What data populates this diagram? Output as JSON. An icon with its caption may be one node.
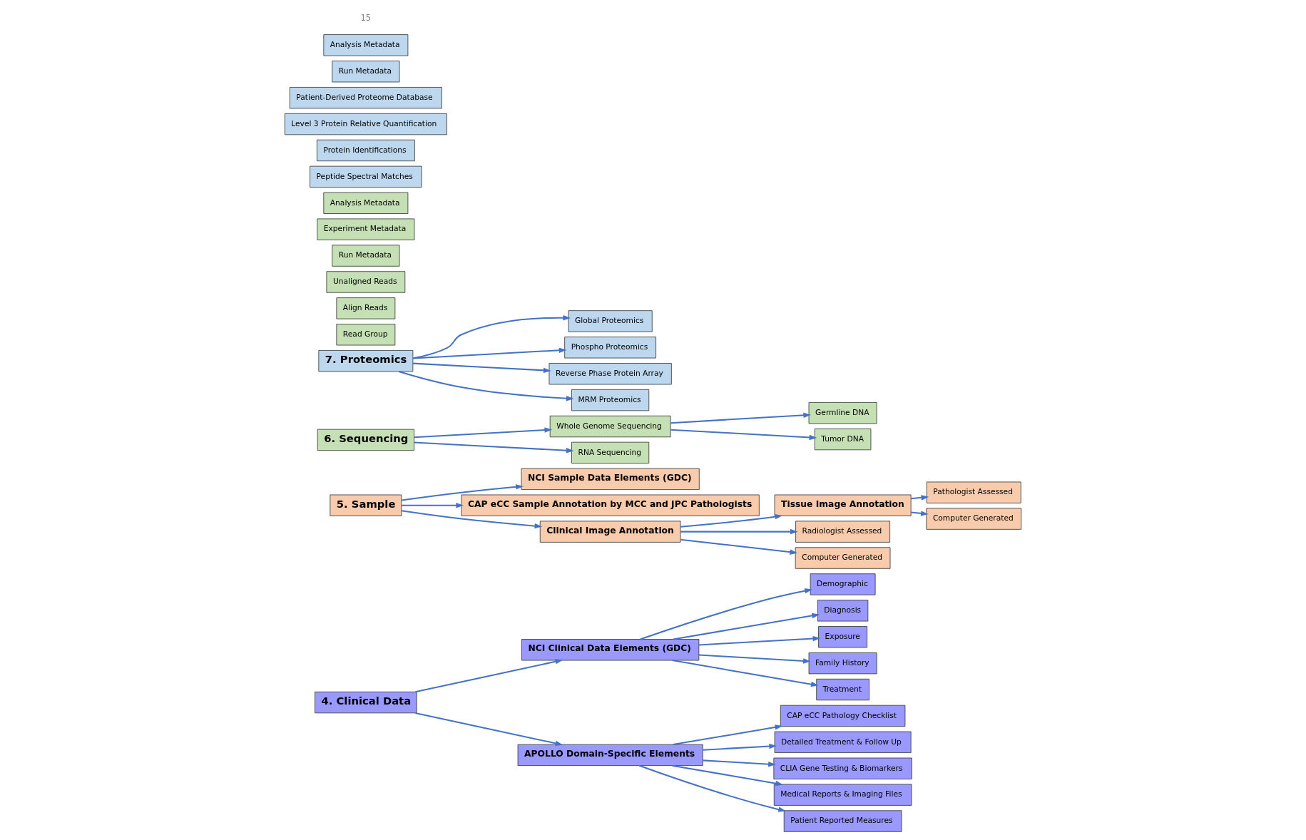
{
  "diagram": {
    "nodes": [
      {
        "text": [
          "4. Clinical Data"
        ]
      },
      {
        "text": [
          "NCI Clinical Data Elements (GDC)"
        ]
      },
      {
        "text": [
          "Demographic"
        ]
      },
      {
        "text": [
          "Diagnosis"
        ]
      },
      {
        "text": [
          "Exposure"
        ]
      },
      {
        "text": [
          "Family History"
        ]
      },
      {
        "text": [
          "Treatment"
        ]
      },
      {
        "text": [
          "APOLLO Domain-Specific Elements"
        ]
      },
      {
        "text": [
          "CAP eCC Pathology Checklist"
        ]
      },
      {
        "text": [
          "Detailed Treatment & Follow Up"
        ]
      },
      {
        "text": [
          "CLIA Gene Testing & Biomarkers"
        ]
      },
      {
        "text": [
          "Medical Reports & Imaging Files"
        ]
      },
      {
        "text": [
          "Patient Reported Measures"
        ]
      },
      {
        "text": [
          "5. Sample"
        ]
      },
      {
        "text": [
          "NCI Sample Data Elements (GDC)"
        ]
      },
      {
        "text": [
          "CAP eCC Sample Annotation by MCC and JPC Pathologists"
        ]
      },
      {
        "text": [
          "Clinical Image Annotation"
        ]
      },
      {
        "text": [
          "Tissue Image Annotation"
        ]
      },
      {
        "text": [
          "Radiologist Assessed"
        ]
      },
      {
        "text": [
          "Computer Generated"
        ]
      },
      {
        "text": [
          "Pathologist Assessed"
        ]
      },
      {
        "text": [
          "Computer Generated"
        ]
      },
      {
        "text": [
          "6. Sequencing"
        ]
      },
      {
        "text": [
          "Whole Genome Sequencing"
        ]
      },
      {
        "text": [
          "Germline DNA"
        ]
      },
      {
        "text": [
          "Tumor DNA"
        ]
      },
      {
        "text": [
          "RNA Sequencing"
        ]
      },
      {
        "text": [
          "7. Proteomics"
        ]
      },
      {
        "text": [
          "Global Proteomics"
        ]
      },
      {
        "text": [
          "Phospho Proteomics"
        ]
      },
      {
        "text": [
          "Reverse Phase Protein Array"
        ]
      },
      {
        "text": [
          "MRM Proteomics"
        ]
      },
      {
        "text": [
          "Read Group"
        ]
      },
      {
        "text": [
          "Align Reads"
        ]
      },
      {
        "text": [
          "Unaligned Reads"
        ]
      },
      {
        "text": [
          "Run Metadata"
        ]
      },
      {
        "text": [
          "Experiment Metadata"
        ]
      },
      {
        "text": [
          "Analysis Metadata"
        ]
      },
      {
        "text": [
          "Peptide Spectral Matches"
        ]
      },
      {
        "text": [
          "Protein Identifications"
        ]
      },
      {
        "text": [
          "Level 3 Protein Relative Quantification"
        ]
      },
      {
        "text": [
          "Patient-Derived Proteome Database"
        ]
      },
      {
        "text": [
          "Run Metadata"
        ]
      },
      {
        "text": [
          "Analysis Metadata"
        ]
      }
    ],
    "edges": [
      {
        "from": 0,
        "to": 1,
        "arrow": "to"
      },
      {
        "from": 1,
        "to": 2,
        "arrow": "to"
      },
      {
        "from": 1,
        "to": 3,
        "arrow": "to"
      },
      {
        "from": 1,
        "to": 4,
        "arrow": "to"
      },
      {
        "from": 1,
        "to": 5,
        "arrow": "to"
      },
      {
        "from": 1,
        "to": 6,
        "arrow": "to"
      },
      {
        "from": 0,
        "to": 7,
        "arrow": "to"
      },
      {
        "from": 7,
        "to": 8,
        "arrow": "to"
      },
      {
        "from": 7,
        "to": 9,
        "arrow": "to"
      },
      {
        "from": 7,
        "to": 10,
        "arrow": "to"
      },
      {
        "from": 7,
        "to": 11,
        "arrow": "to"
      },
      {
        "from": 7,
        "to": 12,
        "arrow": "to"
      },
      {
        "from": 13,
        "to": 14,
        "arrow": "to"
      },
      {
        "from": 13,
        "to": 15,
        "arrow": "to"
      },
      {
        "from": 13,
        "to": 16,
        "arrow": "to"
      },
      {
        "from": 16,
        "to": 17,
        "arrow": "to"
      },
      {
        "from": 16,
        "to": 18,
        "arrow": "to"
      },
      {
        "from": 16,
        "to": 19,
        "arrow": "to"
      },
      {
        "from": 17,
        "to": 20,
        "arrow": "to"
      },
      {
        "from": 17,
        "to": 21,
        "arrow": "to"
      },
      {
        "from": 22,
        "to": 23,
        "arrow": "to"
      },
      {
        "from": 23,
        "to": 24,
        "arrow": "to"
      },
      {
        "from": 23,
        "to": 25,
        "arrow": "to"
      },
      {
        "from": 22,
        "to": 26,
        "arrow": "to"
      },
      {
        "from": 27,
        "to": 28,
        "arrow": "to"
      },
      {
        "from": 27,
        "to": 29,
        "arrow": "to"
      },
      {
        "from": 27,
        "to": 30,
        "arrow": "to"
      },
      {
        "from": 27,
        "to": 31,
        "arrow": "to"
      }
    ],
    "labels": [
      "15"
    ]
  }
}
